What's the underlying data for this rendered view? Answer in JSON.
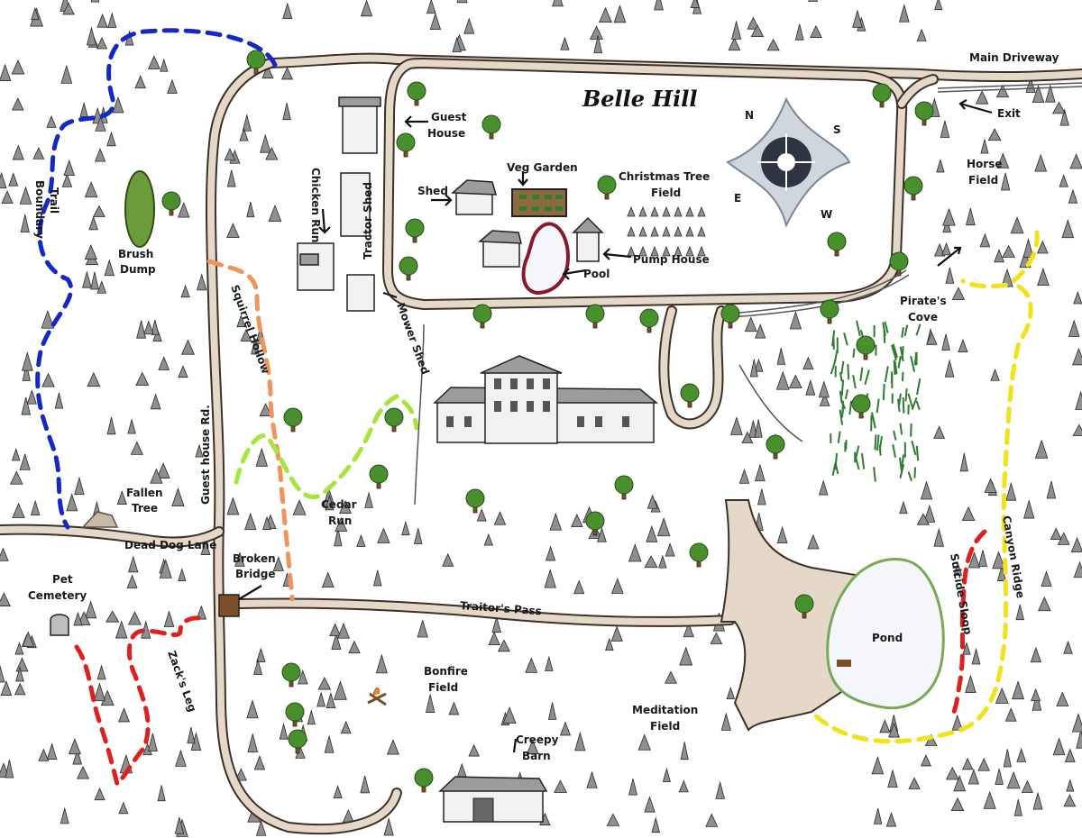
{
  "map": {
    "title": "Belle Hill",
    "labels": {
      "main_driveway": "Main Driveway",
      "exit": "Exit",
      "guest_house_1": "Guest",
      "guest_house_2": "House",
      "veg_garden": "Veg Garden",
      "shed": "Shed",
      "christmas_tree_1": "Christmas Tree",
      "christmas_tree_2": "Field",
      "pump_house": "Pump House",
      "pool": "Pool",
      "horse_field_1": "Horse",
      "horse_field_2": "Field",
      "chicken_run": "Chicken Run",
      "tractor_shed": "Tractor Shed",
      "mower_shed": "Mower Shed",
      "squirrel_hollow": "Squirrel Hollow",
      "boundary_trail_1": "Boundary",
      "boundary_trail_2": "Trail",
      "brush_dump_1": "Brush",
      "brush_dump_2": "Dump",
      "guest_house_rd": "Guest house Rd.",
      "fallen_tree_1": "Fallen",
      "fallen_tree_2": "Tree",
      "dead_dog_lane": "Dead Dog Lane",
      "cedar_run_1": "Cedar",
      "cedar_run_2": "Run",
      "broken_bridge_1": "Broken",
      "broken_bridge_2": "Bridge",
      "pet_cemetery_1": "Pet",
      "pet_cemetery_2": "Cemetery",
      "zacks_leg": "Zack's Leg",
      "traitors_pass": "Traitor's Pass",
      "bonfire_field_1": "Bonfire",
      "bonfire_field_2": "Field",
      "meditation_field_1": "Meditation",
      "meditation_field_2": "Field",
      "creepy_barn_1": "Creepy",
      "creepy_barn_2": "Barn",
      "pond": "Pond",
      "suicide_sloop": "Suicide Sloop",
      "canyon_ridge": "Canyon Ridge",
      "pirates_cove_1": "Pirate's",
      "pirates_cove_2": "Cove"
    },
    "compass": [
      "N",
      "S",
      "E",
      "W"
    ],
    "colors": {
      "road": "#3d3026",
      "road_fill": "#e6d8c8",
      "boundary_trail": "#1428c8",
      "squirrel_hollow_trail": "#f0945a",
      "cedar_run_trail": "#a4e63a",
      "zacks_leg_trail": "#e01f1f",
      "suicide_sloop_trail": "#e01f1f",
      "canyon_ridge_trail": "#f2e21a",
      "pond_water": "#f4f6fb",
      "pond_edge": "#7aa855"
    }
  }
}
